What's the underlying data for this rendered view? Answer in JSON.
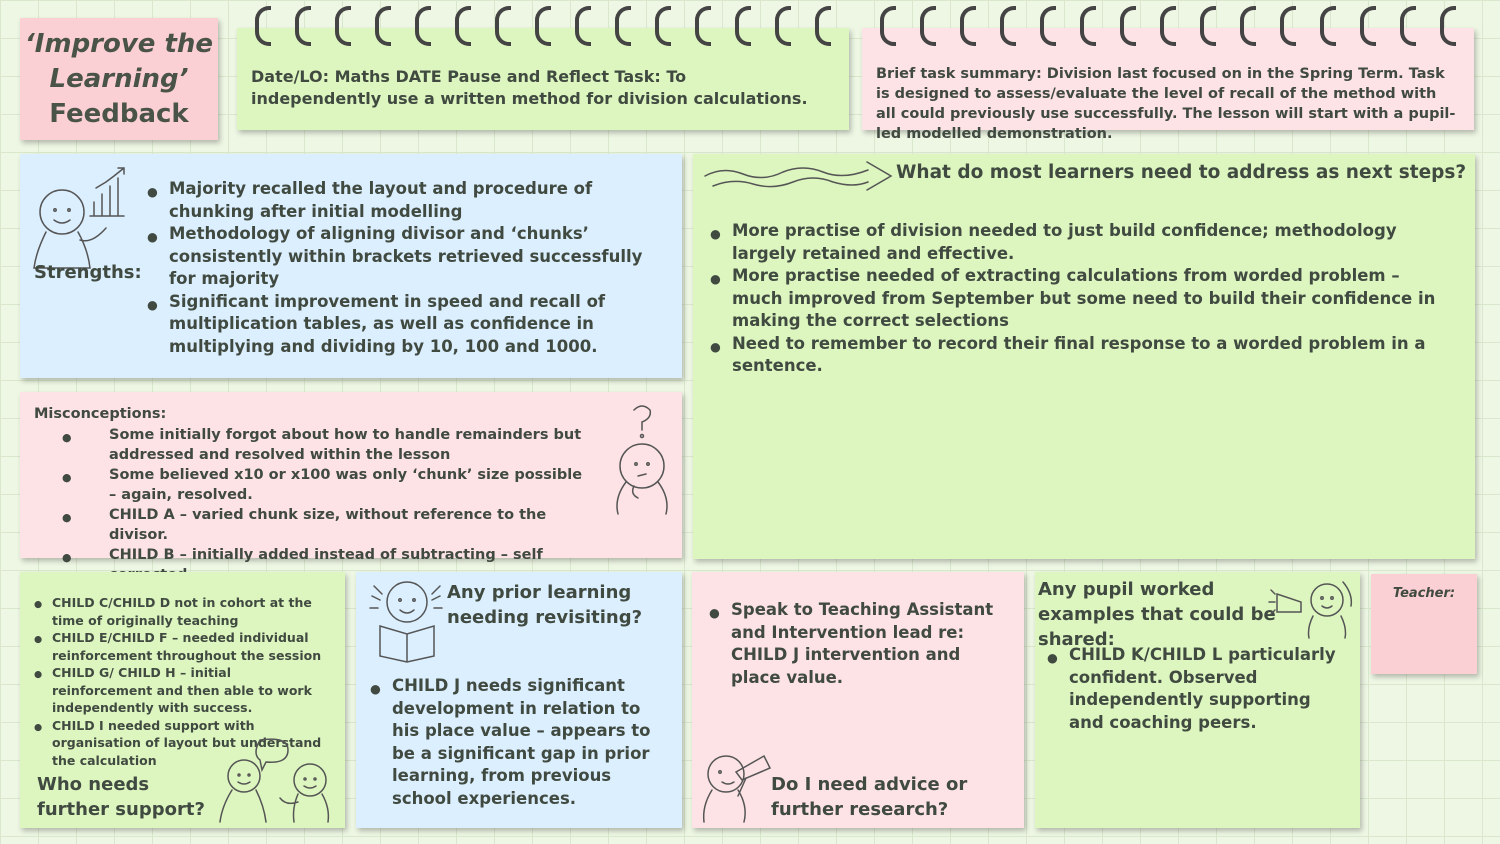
{
  "title": {
    "line1": "‘Improve the",
    "line2": "Learning’",
    "line3": "Feedback"
  },
  "date_lo": {
    "text": "Date/LO: Maths DATE Pause and Reflect Task: To independently use a written method for division calculations."
  },
  "summary": {
    "text": "Brief task summary: Division last focused on in the Spring Term. Task is designed to assess/evaluate the level of recall of the method with all could previously use successfully. The lesson will start with a pupil-led modelled demonstration."
  },
  "strengths": {
    "label": "Strengths:",
    "items": [
      "Majority recalled the layout and procedure of chunking after initial modelling",
      "Methodology of aligning divisor and ‘chunks’ consistently within brackets retrieved successfully for majority",
      "Significant improvement in speed and recall of multiplication tables, as well as confidence in multiplying and dividing by 10, 100 and 1000."
    ]
  },
  "next_steps": {
    "heading": "What do most learners need to address as next steps?",
    "items": [
      "More practise of division needed to just build confidence; methodology largely retained and effective.",
      "More practise needed of extracting calculations from worded problem – much improved from September but some need to build their confidence in making the correct selections",
      "Need to remember to record their final response to a worded problem in a sentence."
    ]
  },
  "misconceptions": {
    "label": "Misconceptions:",
    "items": [
      "Some initially forgot about how to handle remainders but addressed and resolved within the lesson",
      "Some believed x10 or x100 was only ‘chunk’ size possible – again, resolved.",
      "CHILD A – varied chunk size, without reference to the divisor.",
      "CHILD B – initially added instead of subtracting – self corrected."
    ]
  },
  "support": {
    "label": "Who needs further support?",
    "items": [
      "CHILD C/CHILD D not in cohort at the time of originally teaching",
      "CHILD E/CHILD F – needed individual reinforcement throughout the session",
      "CHILD G/ CHILD H – initial reinforcement and then able to work independently with success.",
      "CHILD I  needed support with organisation of layout but understand the calculation"
    ]
  },
  "prior": {
    "heading": "Any prior learning needing revisiting?",
    "items": [
      "CHILD J needs significant development in relation to his place value – appears to be a significant gap in prior learning, from previous school experiences."
    ]
  },
  "advice": {
    "heading": "Do I need advice or further research?",
    "items": [
      "Speak to Teaching Assistant and Intervention lead re: CHILD J intervention and place value."
    ]
  },
  "examples": {
    "heading": "Any pupil worked examples that could be shared:",
    "items": [
      "CHILD K/CHILD L particularly confident. Observed independently supporting and coaching peers."
    ]
  },
  "teacher": {
    "label": "Teacher:"
  },
  "colors": {
    "pink": "#fde3e6",
    "green": "#ddf6c0",
    "blue": "#dcefff",
    "grid": "#d9e8cc"
  },
  "icons": [
    "stick-figure-chart-icon",
    "question-thinker-icon",
    "wavy-arrow-icon",
    "reading-figure-icon",
    "two-figures-talking-icon",
    "telescope-figure-icon",
    "megaphone-figure-icon",
    "spiral-binding-icon"
  ]
}
